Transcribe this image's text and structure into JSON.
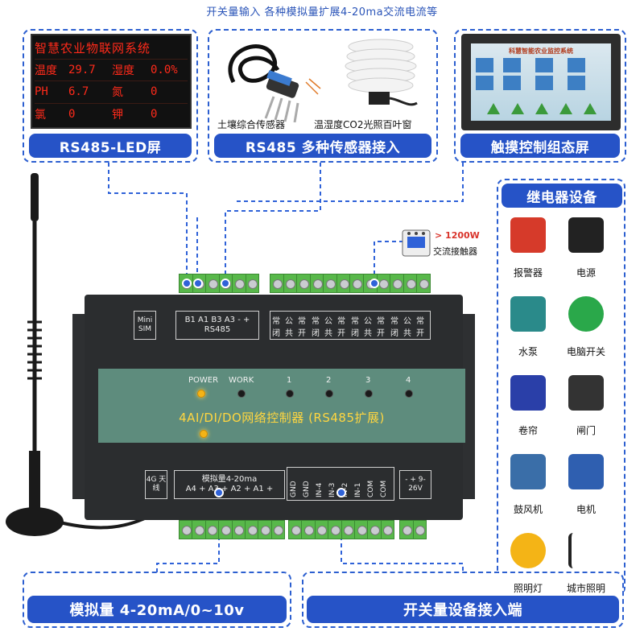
{
  "top_note": "开关量输入 各种模拟量扩展4-20ma交流电流等",
  "led_panel": {
    "label": "RS485-LED屏",
    "title": "智慧农业物联网系统",
    "rows": [
      {
        "k1": "温度",
        "v1": "29.7",
        "k2": "湿度",
        "v2": "0.0%"
      },
      {
        "k1": "PH",
        "v1": "6.7",
        "k2": "氮",
        "v2": "0"
      },
      {
        "k1": "氯",
        "v1": "0",
        "k2": "钾",
        "v2": "0"
      }
    ]
  },
  "sensors": {
    "label": "RS485 多种传感器接入",
    "soil_caption": "土壤综合传感器",
    "louver_caption": "温湿度CO2光照百叶窗"
  },
  "touch_screen": {
    "label": "触摸控制组态屏",
    "screen_title": "科慧智能农业监控系统"
  },
  "contactor": {
    "power": "> 1200W",
    "caption": "交流接触器"
  },
  "relay_devices": {
    "title": "继电器设备",
    "items": [
      {
        "name": "报警器",
        "icon": "alarm-siren-icon",
        "color": "#d63a2a"
      },
      {
        "name": "电源",
        "icon": "power-socket-icon",
        "color": "#222222"
      },
      {
        "name": "水泵",
        "icon": "water-pump-icon",
        "color": "#2a8a8a"
      },
      {
        "name": "电脑开关",
        "icon": "power-button-icon",
        "color": "#2aa84a"
      },
      {
        "name": "卷帘",
        "icon": "roller-motor-icon",
        "color": "#2a3fa8"
      },
      {
        "name": "闸门",
        "icon": "gate-controller-icon",
        "color": "#333333"
      },
      {
        "name": "鼓风机",
        "icon": "blower-icon",
        "color": "#3a6ea8"
      },
      {
        "name": "电机",
        "icon": "electric-motor-icon",
        "color": "#2f5fb0"
      },
      {
        "name": "照明灯",
        "icon": "light-bulb-icon",
        "color": "#f4b416"
      },
      {
        "name": "城市照明",
        "icon": "street-lamp-icon",
        "color": "#222222"
      }
    ]
  },
  "device": {
    "title": "4AI/DI/DO网络控制器 (RS485扩展)",
    "sim_label": "Mini SIM",
    "rs485_pins": "B1 A1 B3 A3  -  +",
    "rs485_label": "RS485",
    "relay_chars": [
      "常闭",
      "公共",
      "常开"
    ],
    "indicators": [
      "POWER",
      "WORK",
      "1",
      "2",
      "3",
      "4"
    ],
    "antenna_label": "4G 天线",
    "analog_header": "模拟量4-20ma",
    "analog_pins": "A4  +  A3  +  A2  +  A1  +",
    "digital_pins": [
      "GND",
      "GND",
      "IN-4",
      "IN-3",
      "IN-2",
      "IN-1",
      "COM",
      "COM"
    ],
    "power_label": "- + 9-26V"
  },
  "bottom_labels": {
    "analog": "模拟量 4-20mA/0~10v",
    "digital": "开关量设备接入端"
  }
}
